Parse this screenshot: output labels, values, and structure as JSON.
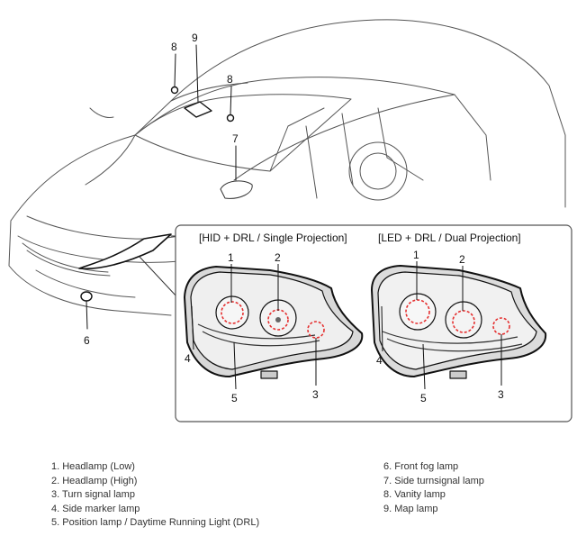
{
  "diagram": {
    "callouts": {
      "c1a": "1",
      "c2a": "2",
      "c3a": "3",
      "c4a": "4",
      "c5a": "5",
      "c1b": "1",
      "c2b": "2",
      "c3b": "3",
      "c4b": "4",
      "c5b": "5",
      "c6": "6",
      "c7": "7",
      "c8a": "8",
      "c8b": "8",
      "c9": "9"
    },
    "inset": {
      "left_title": "[HID + DRL / Single Projection]",
      "right_title": "[LED + DRL / Dual Projection]"
    }
  },
  "legend": {
    "left": [
      "1. Headlamp (Low)",
      "2. Headlamp (High)",
      "3. Turn signal lamp",
      "4. Side marker lamp",
      "5. Position lamp / Daytime Running Light (DRL)"
    ],
    "right": [
      "6. Front fog lamp",
      "7. Side turnsignal lamp",
      "8. Vanity lamp",
      "9. Map lamp"
    ]
  }
}
